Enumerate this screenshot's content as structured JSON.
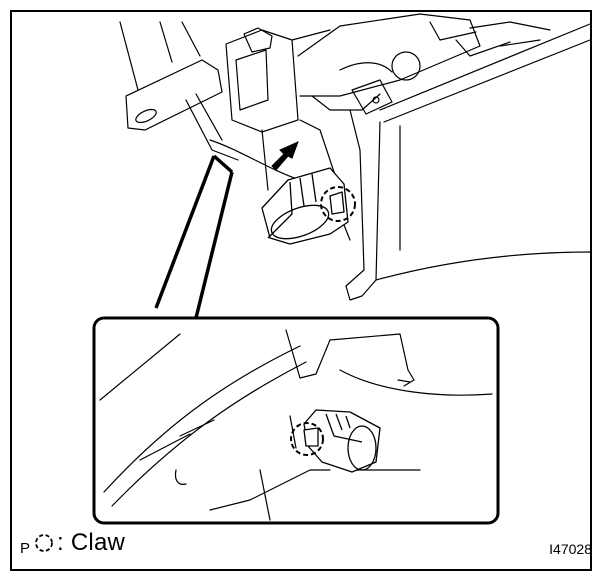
{
  "legend": {
    "prefix": "P",
    "separator": ":",
    "claw_label": "Claw"
  },
  "figure_id": "I47028"
}
